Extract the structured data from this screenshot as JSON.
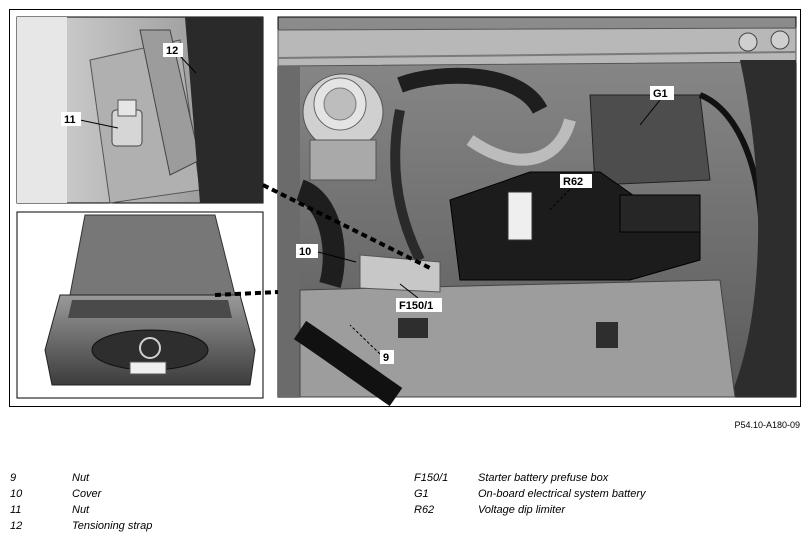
{
  "figure_ref": "P54.10-A180-09",
  "callouts": {
    "c12": "12",
    "c11": "11",
    "c10": "10",
    "cG1": "G1",
    "cR62": "R62",
    "cF150": "F150/1",
    "c9": "9"
  },
  "legend_left": [
    {
      "code": "9",
      "desc": "Nut"
    },
    {
      "code": "10",
      "desc": "Cover"
    },
    {
      "code": "11",
      "desc": "Nut"
    },
    {
      "code": "12",
      "desc": "Tensioning strap"
    }
  ],
  "legend_right": [
    {
      "code": "F150/1",
      "desc": "Starter battery prefuse box"
    },
    {
      "code": "G1",
      "desc": "On-board electrical system battery"
    },
    {
      "code": "R62",
      "desc": "Voltage dip limiter"
    }
  ]
}
